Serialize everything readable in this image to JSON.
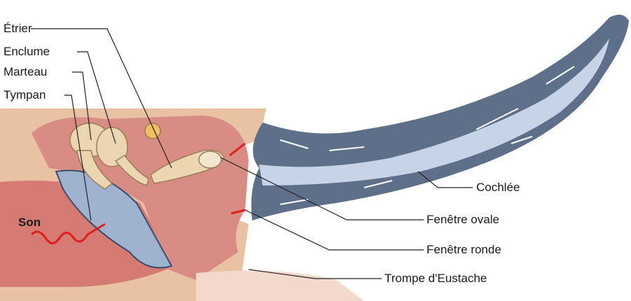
{
  "labels": {
    "etrier": "Étrier",
    "enclume": "Enclume",
    "marteau": "Marteau",
    "tympan": "Tympan",
    "son": "Son",
    "cochlee": "Cochlée",
    "fenetre_ovale": "Fenêtre ovale",
    "fenetre_ronde": "Fenêtre ronde",
    "trompe": "Trompe d'Eustache"
  },
  "colors": {
    "canal": "#d67b73",
    "cavity": "#e6a196",
    "ossicle": "#ecd6b2",
    "cochlea": "#5e6f89",
    "cochlea_inner": "#c7d3e6",
    "tympanum": "#9fb3cf",
    "arrow": "#e01e1e"
  }
}
